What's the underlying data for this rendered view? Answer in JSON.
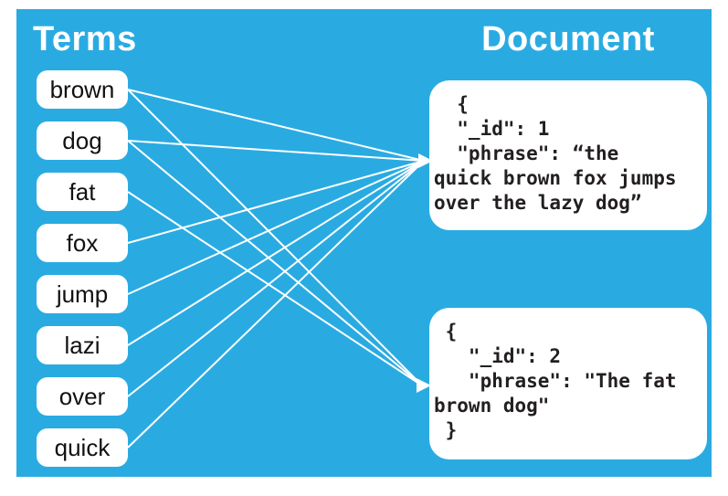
{
  "diagram": {
    "colors": {
      "canvas_background": "#29abe2",
      "connector": "#ffffff",
      "box_background": "#ffffff",
      "term_text": "#111111",
      "doc_text": "#231f20"
    },
    "left_heading": "Terms",
    "right_heading": "Document",
    "terms": [
      "brown",
      "dog",
      "fat",
      "fox",
      "jump",
      "lazi",
      "over",
      "quick"
    ],
    "documents": [
      {
        "id": 1,
        "lines": [
          "  {",
          "  \"_id\": 1",
          "  \"phrase\": “the",
          "quick brown fox jumps",
          "over the lazy dog”"
        ]
      },
      {
        "id": 2,
        "lines": [
          " {",
          "   \"_id\": 2",
          "   \"phrase\": \"The fat",
          "brown dog\"",
          " }"
        ]
      }
    ],
    "connections": [
      {
        "term": "brown",
        "doc": 1
      },
      {
        "term": "brown",
        "doc": 2
      },
      {
        "term": "dog",
        "doc": 1
      },
      {
        "term": "dog",
        "doc": 2
      },
      {
        "term": "fat",
        "doc": 2
      },
      {
        "term": "fox",
        "doc": 1
      },
      {
        "term": "jump",
        "doc": 1
      },
      {
        "term": "lazi",
        "doc": 1
      },
      {
        "term": "over",
        "doc": 1
      },
      {
        "term": "quick",
        "doc": 1
      }
    ]
  }
}
